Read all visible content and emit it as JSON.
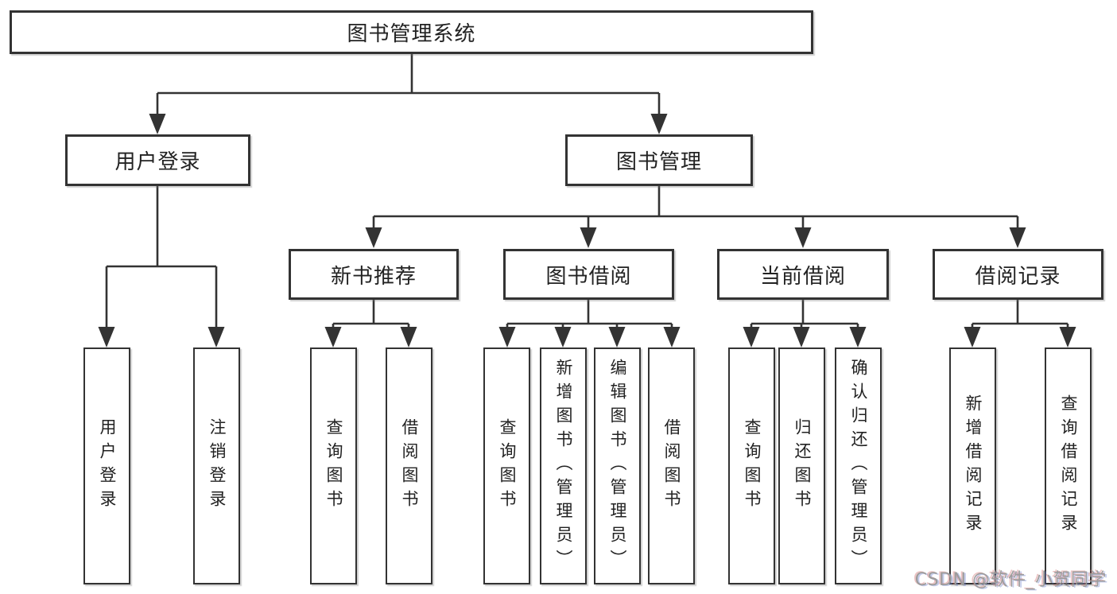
{
  "tree": {
    "root": "图书管理系统",
    "l2": [
      "用户登录",
      "图书管理"
    ],
    "l3": [
      "新书推荐",
      "图书借阅",
      "当前借阅",
      "借阅记录"
    ],
    "leaves": {
      "login": [
        "用户登录",
        "注销登录"
      ],
      "rec": [
        "查询图书",
        "借阅图书"
      ],
      "borrow": [
        "查询图书",
        "新增图书（管理员）",
        "编辑图书（管理员）",
        "借阅图书"
      ],
      "current": [
        "查询图书",
        "归还图书",
        "确认归还（管理员）"
      ],
      "record": [
        "新增借阅记录",
        "查询借阅记录"
      ]
    }
  },
  "colors": {
    "line": "#333333",
    "text": "#222222",
    "watermark": "#9c9c9c"
  },
  "watermark": "CSDN @软件_小贺同学"
}
